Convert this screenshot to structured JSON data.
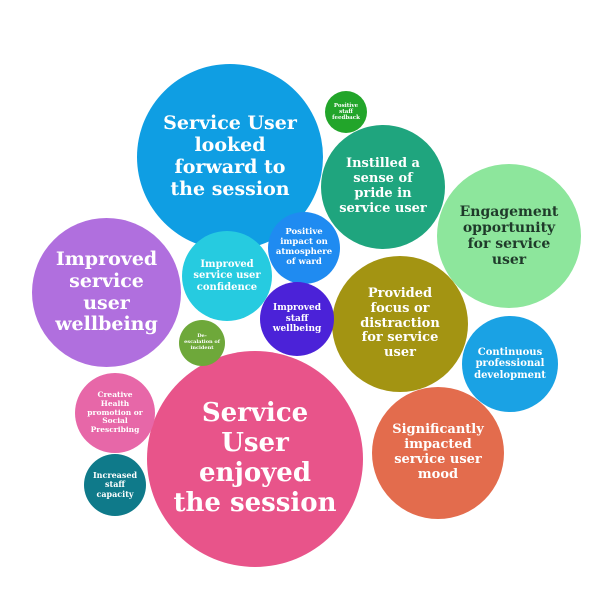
{
  "colors": {
    "background": "#ffffff",
    "text_light": "#ffffff",
    "text_dark": "#1f3a2a"
  },
  "bubbles": [
    {
      "id": "enjoyed",
      "label": "Service User enjoyed the session",
      "color": "#e8548a"
    },
    {
      "id": "looked-forward",
      "label": "Service User looked forward to the session",
      "color": "#0f9ee3"
    },
    {
      "id": "wellbeing",
      "label": "Improved service user wellbeing",
      "color": "#b06fde"
    },
    {
      "id": "pride",
      "label": "Instilled a sense of pride in service user",
      "color": "#1fa57e"
    },
    {
      "id": "engagement",
      "label": "Engagement opportunity for service user",
      "color": "#8de69c"
    },
    {
      "id": "focus",
      "label": "Provided focus or distraction for service user",
      "color": "#a39412"
    },
    {
      "id": "mood",
      "label": "Significantly impacted service user mood",
      "color": "#e36c4d"
    },
    {
      "id": "cpd",
      "label": "Continuous professional development",
      "color": "#1aa2e4"
    },
    {
      "id": "confidence",
      "label": "Improved service user confidence",
      "color": "#26cbe0"
    },
    {
      "id": "atmosphere",
      "label": "Positive impact on atmosphere of ward",
      "color": "#1f8bf1"
    },
    {
      "id": "staff-wellbeing",
      "label": "Improved staff wellbeing",
      "color": "#4b22d8"
    },
    {
      "id": "creative",
      "label": "Creative Health promotion or Social Prescribing",
      "color": "#e767a8"
    },
    {
      "id": "capacity",
      "label": "Increased staff capacity",
      "color": "#0f7a8a"
    },
    {
      "id": "feedback",
      "label": "Positive staff feedback",
      "color": "#22a52a"
    },
    {
      "id": "deescalation",
      "label": "De-escalation of incident",
      "color": "#6ea83a"
    }
  ]
}
